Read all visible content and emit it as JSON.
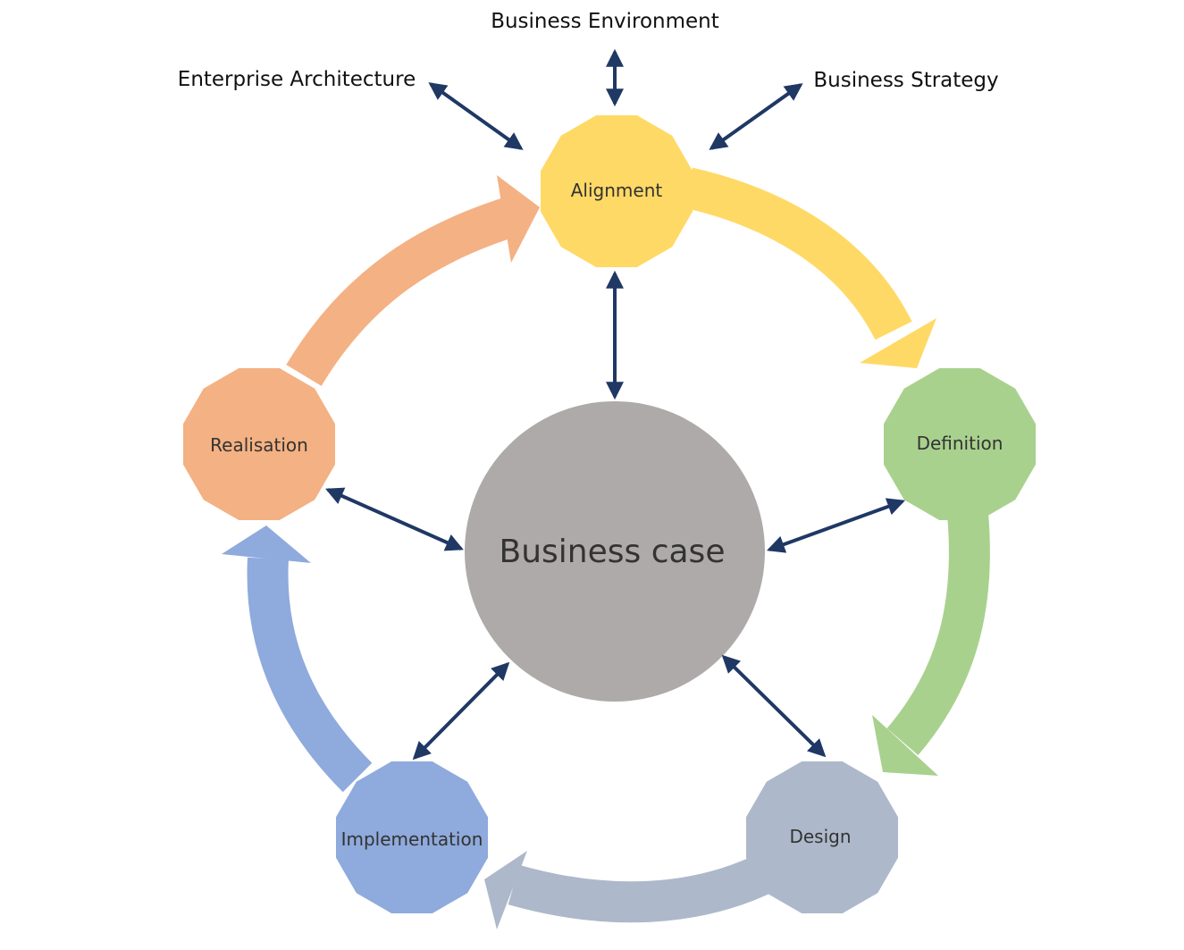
{
  "center": {
    "label": "Business case",
    "color": "#aeaaaa"
  },
  "external": {
    "environment": "Business Environment",
    "architecture": "Enterprise Architecture",
    "strategy": "Business Strategy"
  },
  "stages": {
    "alignment": {
      "label": "Alignment",
      "color": "#ffd966"
    },
    "definition": {
      "label": "Definition",
      "color": "#a9d18e"
    },
    "design": {
      "label": "Design",
      "color": "#adb9ca"
    },
    "implementation": {
      "label": "Implementation",
      "color": "#8faadc"
    },
    "realisation": {
      "label": "Realisation",
      "color": "#f4b183"
    }
  },
  "connector_color": "#1f3864"
}
